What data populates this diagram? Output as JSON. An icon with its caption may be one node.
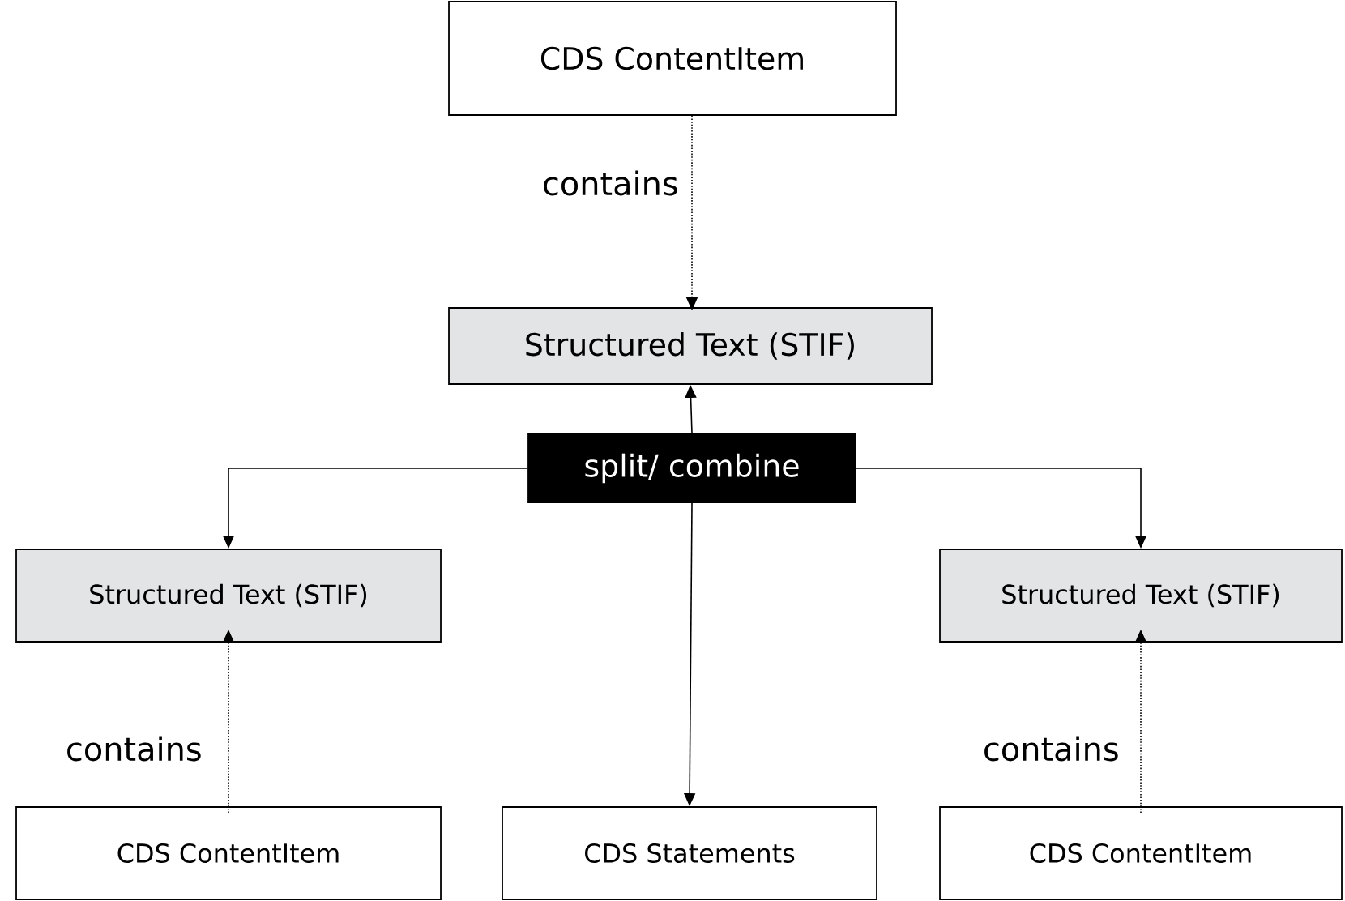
{
  "diagram": {
    "nodes": [
      {
        "text": [
          "CDS ContentItem"
        ]
      },
      {
        "text": [
          "Structured Text (STIF)"
        ]
      },
      {
        "text": [
          "split/ combine"
        ]
      },
      {
        "text": [
          "Structured Text (STIF)"
        ]
      },
      {
        "text": [
          "Structured Text (STIF)"
        ]
      },
      {
        "text": [
          "CDS ContentItem"
        ]
      },
      {
        "text": [
          "CDS Statements"
        ]
      },
      {
        "text": [
          "CDS ContentItem"
        ]
      }
    ],
    "edges": [
      {
        "from": 0,
        "to": 1,
        "arrow": "to",
        "style": "dashed",
        "label": "contains"
      },
      {
        "from": 2,
        "to": 1,
        "arrow": "to"
      },
      {
        "from": 2,
        "to": 3,
        "arrow": "to"
      },
      {
        "from": 2,
        "to": 4,
        "arrow": "to"
      },
      {
        "from": 2,
        "to": 6,
        "arrow": "to"
      },
      {
        "from": 5,
        "to": 3,
        "arrow": "to",
        "style": "dashed",
        "label": "contains"
      },
      {
        "from": 7,
        "to": 4,
        "arrow": "to",
        "style": "dashed",
        "label": "contains"
      }
    ]
  }
}
